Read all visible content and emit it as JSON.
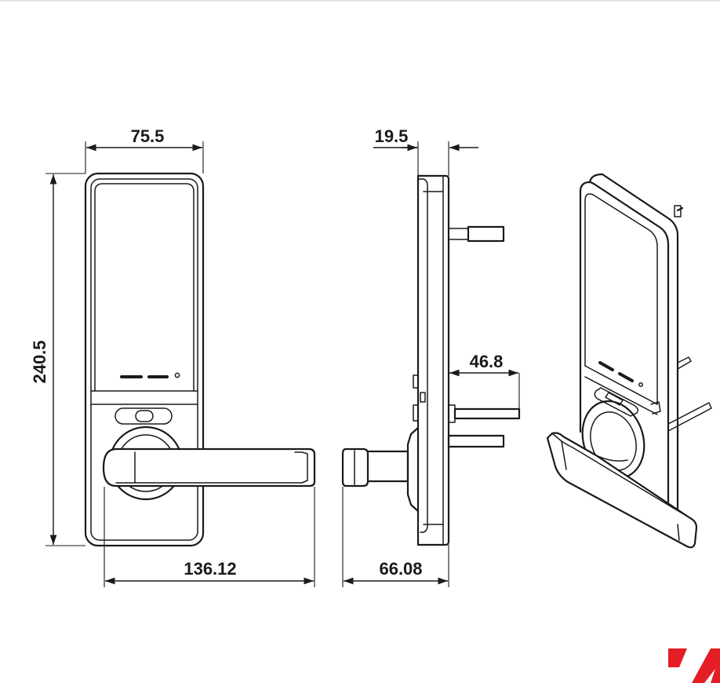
{
  "dimensions": {
    "width": "75.5",
    "height": "240.5",
    "lever_length": "136.12",
    "body_depth": "19.5",
    "spindle_offset": "46.8",
    "total_depth": "66.08"
  },
  "colors": {
    "line": "#1a1a1a",
    "background": "#ffffff",
    "logo_accent": "#e31e24"
  }
}
